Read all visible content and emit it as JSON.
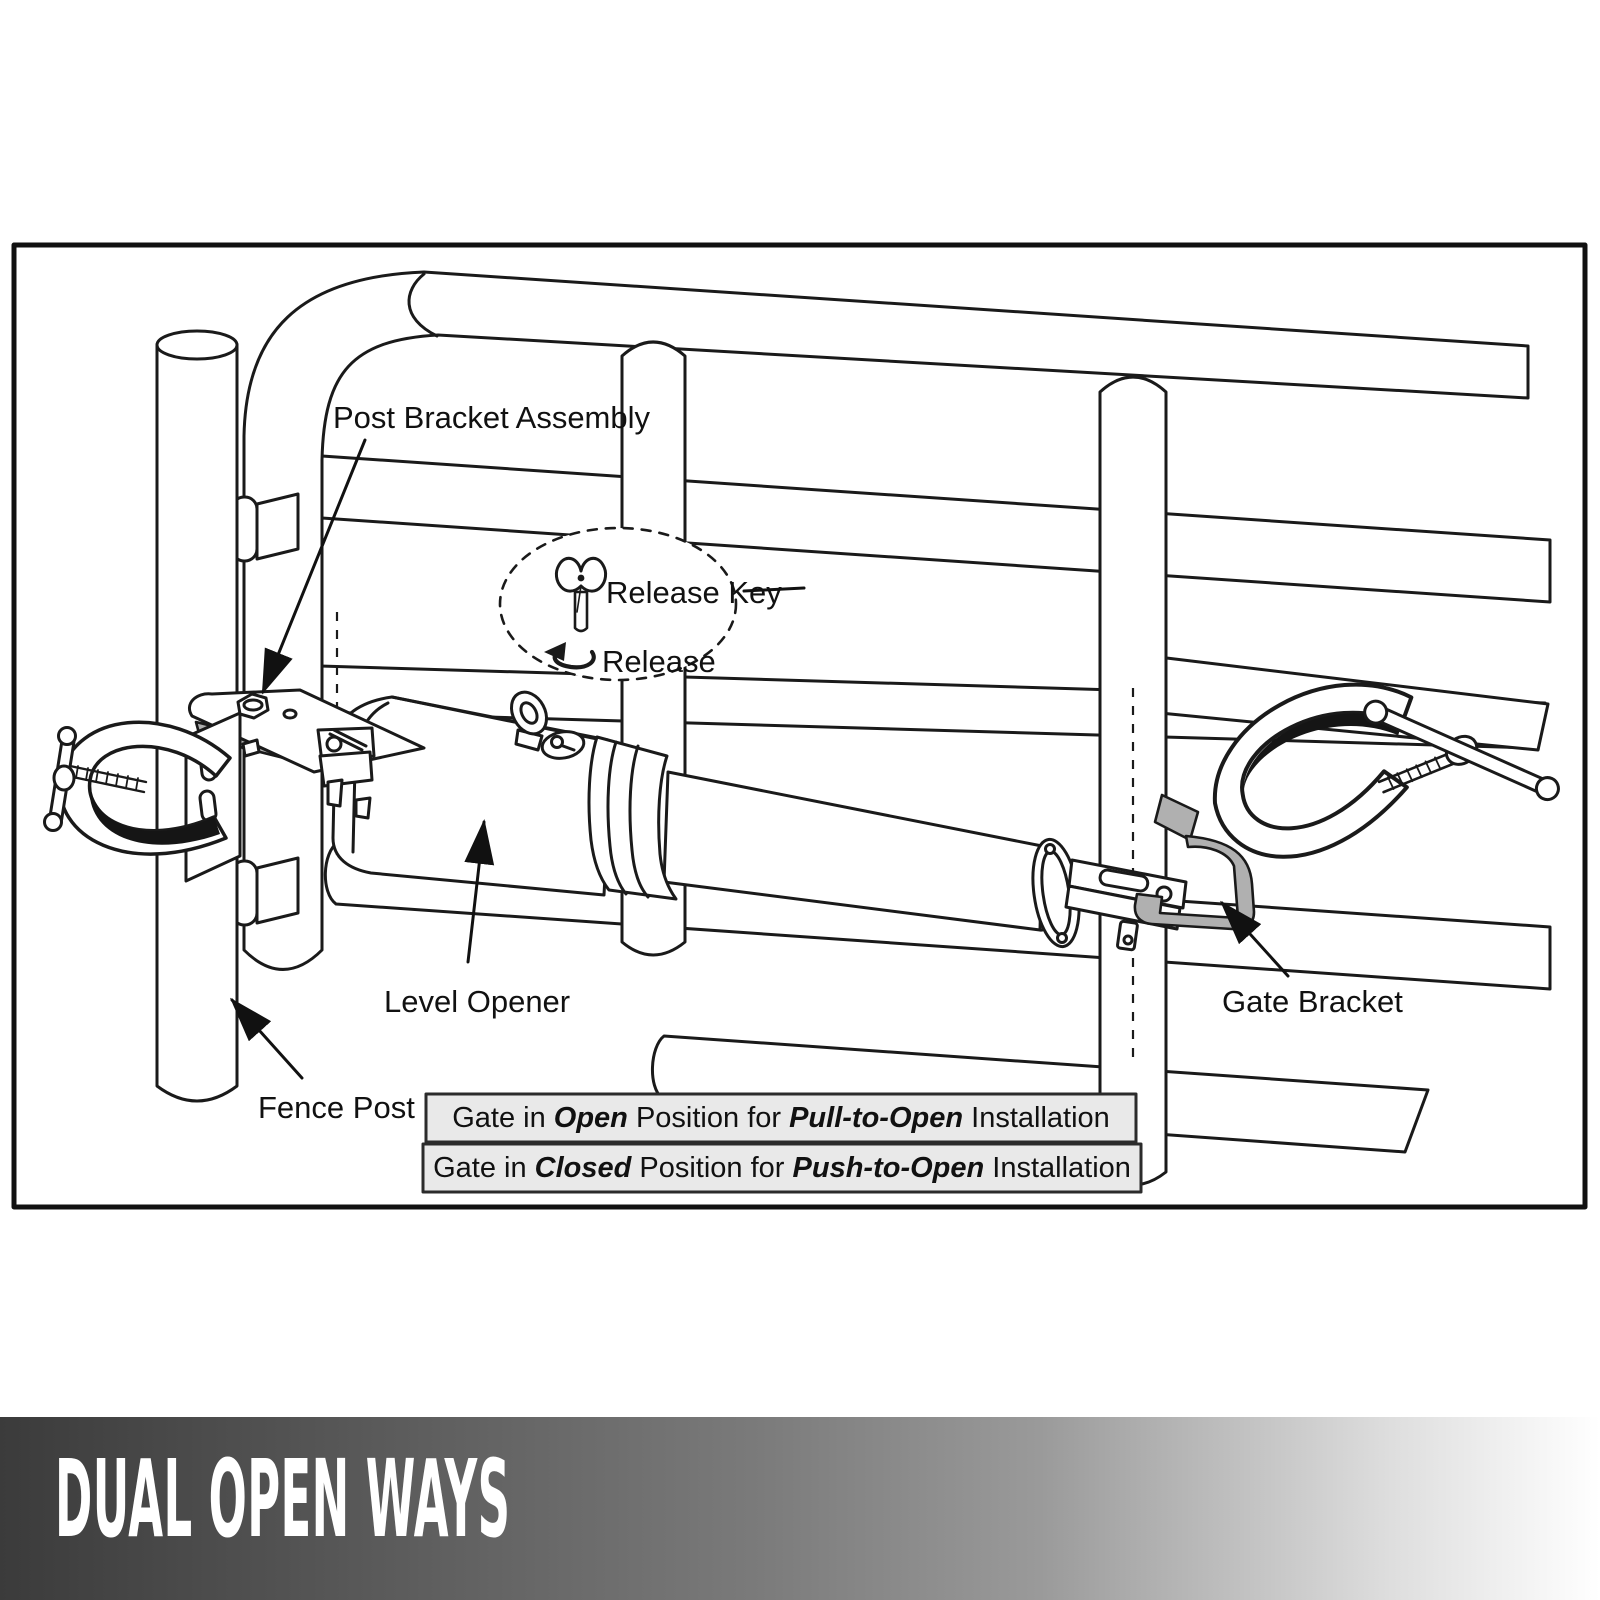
{
  "diagram": {
    "labels": {
      "post_bracket_assembly": "Post Bracket Assembly",
      "release_key": "Release Key",
      "release": "Release",
      "level_opener": "Level Opener",
      "fence_post": "Fence Post",
      "gate_bracket": "Gate Bracket"
    },
    "callout_boxes": [
      {
        "parts": [
          {
            "text": "Gate in ",
            "emph": false
          },
          {
            "text": "Open",
            "emph": true
          },
          {
            "text": " Position for ",
            "emph": false
          },
          {
            "text": "Pull-to-Open",
            "emph": true
          },
          {
            "text": " Installation",
            "emph": false
          }
        ]
      },
      {
        "parts": [
          {
            "text": "Gate in ",
            "emph": false
          },
          {
            "text": "Closed",
            "emph": true
          },
          {
            "text": " Position for ",
            "emph": false
          },
          {
            "text": "Push-to-Open",
            "emph": true
          },
          {
            "text": " Installation",
            "emph": false
          }
        ]
      }
    ],
    "icons": [
      "release-key-icon",
      "rotate-release-icon",
      "c-clamp-icon",
      "arrowhead-icon"
    ],
    "colors": {
      "line": "#1a1a1a",
      "callout_box_fill": "#e9e9e9",
      "metal_gray": "#b0b0b0",
      "clamp_shadow": "#151515"
    }
  },
  "banner": {
    "title": "DUAL OPEN WAYS",
    "text_color": "#ffffff",
    "gradient_start": "#3b3b3b",
    "gradient_end": "#ffffff"
  }
}
